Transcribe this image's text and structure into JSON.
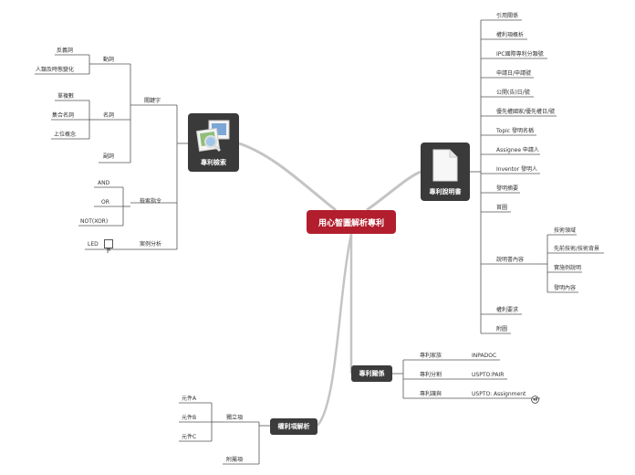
{
  "central": {
    "title": "用心智圖解析專利"
  },
  "search": {
    "title": "專利檢索",
    "keyword": "關鍵字",
    "verb": "動詞",
    "verb_items": [
      "反義詞",
      "人類及時態變化"
    ],
    "noun": "名詞",
    "noun_items": [
      "單複數",
      "集合名詞",
      "上位概念"
    ],
    "adverb": "副詞",
    "search_cmd": "檢索指令",
    "cmd_items": [
      "AND",
      "OR",
      "NOT(XOR)"
    ],
    "case_analysis": "案例分析",
    "led": "LED"
  },
  "spec": {
    "title": "專利說明書",
    "items": [
      "引用關係",
      "權利項概析",
      "IPC國際專利分類號",
      "申請日/申請號",
      "公開(告)日/號",
      "優先權國家/優先權日/號",
      "Topic 發明名稱",
      "Assignee 申請人",
      "Inventor 發明人",
      "發明摘要",
      "首圖",
      "說明書內容",
      "權利要求",
      "附圖"
    ],
    "desc_items": [
      "技術領域",
      "先前技術/技術背景",
      "實施例說明",
      "發明內容"
    ]
  },
  "relation": {
    "title": "專利關係",
    "rows": [
      {
        "label": "專利家族",
        "value": "INPADOC"
      },
      {
        "label": "專利分割",
        "value": "USPTO:PAIR"
      },
      {
        "label": "專利讓與",
        "value": "USPTO: Assignment"
      }
    ],
    "icon": "globe-icon"
  },
  "claims": {
    "title": "權利項解析",
    "independent": "獨立項",
    "elements": [
      "元件A",
      "元件B",
      "元件C"
    ],
    "dependent": "附屬項"
  },
  "colors": {
    "central": "#b21e2d",
    "node": "#3c3c3c",
    "line": "#555555",
    "trunk": "#bbbbbb"
  }
}
